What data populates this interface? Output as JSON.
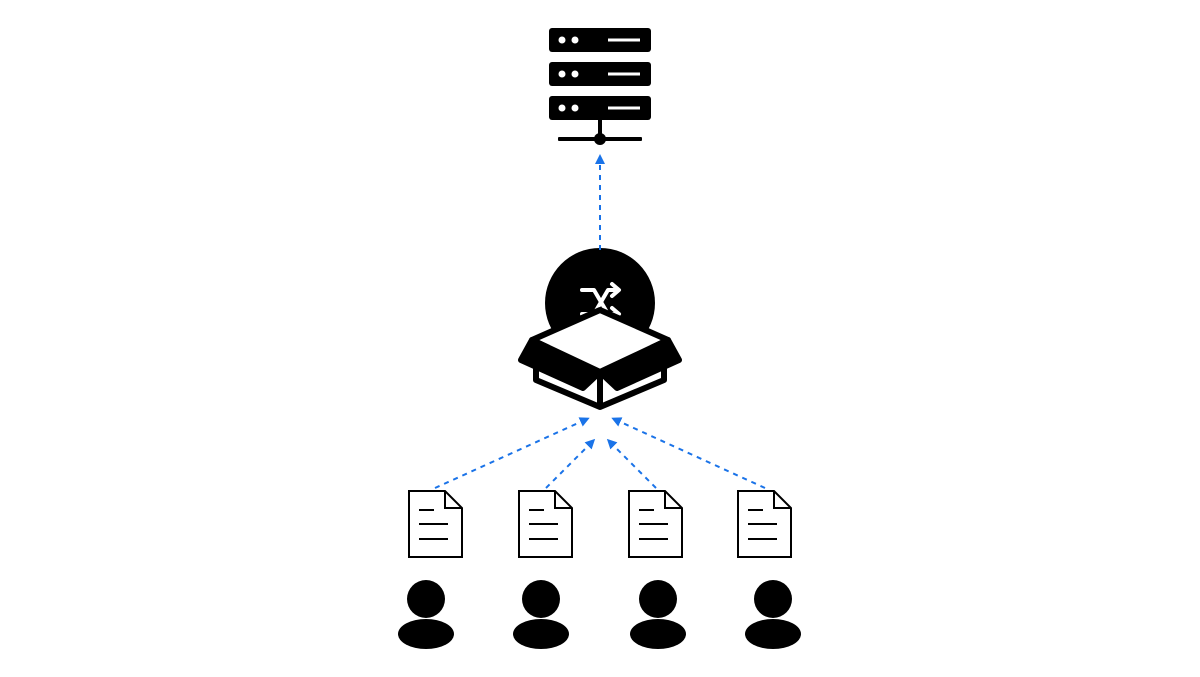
{
  "diagram": {
    "colors": {
      "background": "#ffffff",
      "icon": "#000000",
      "arrow": "#1a73e8"
    },
    "nodes": {
      "server": {
        "icon": "server-rack-icon"
      },
      "mixer": {
        "icon": "shuffle-box-icon"
      },
      "documents": [
        {
          "icon": "document-icon"
        },
        {
          "icon": "document-icon"
        },
        {
          "icon": "document-icon"
        },
        {
          "icon": "document-icon"
        }
      ],
      "users": [
        {
          "icon": "user-icon"
        },
        {
          "icon": "user-icon"
        },
        {
          "icon": "user-icon"
        },
        {
          "icon": "user-icon"
        }
      ]
    },
    "edges": [
      {
        "from": "document-1",
        "to": "mixer",
        "style": "dashed"
      },
      {
        "from": "document-2",
        "to": "mixer",
        "style": "dashed"
      },
      {
        "from": "document-3",
        "to": "mixer",
        "style": "dashed"
      },
      {
        "from": "document-4",
        "to": "mixer",
        "style": "dashed"
      },
      {
        "from": "mixer",
        "to": "server",
        "style": "dashed"
      }
    ]
  }
}
